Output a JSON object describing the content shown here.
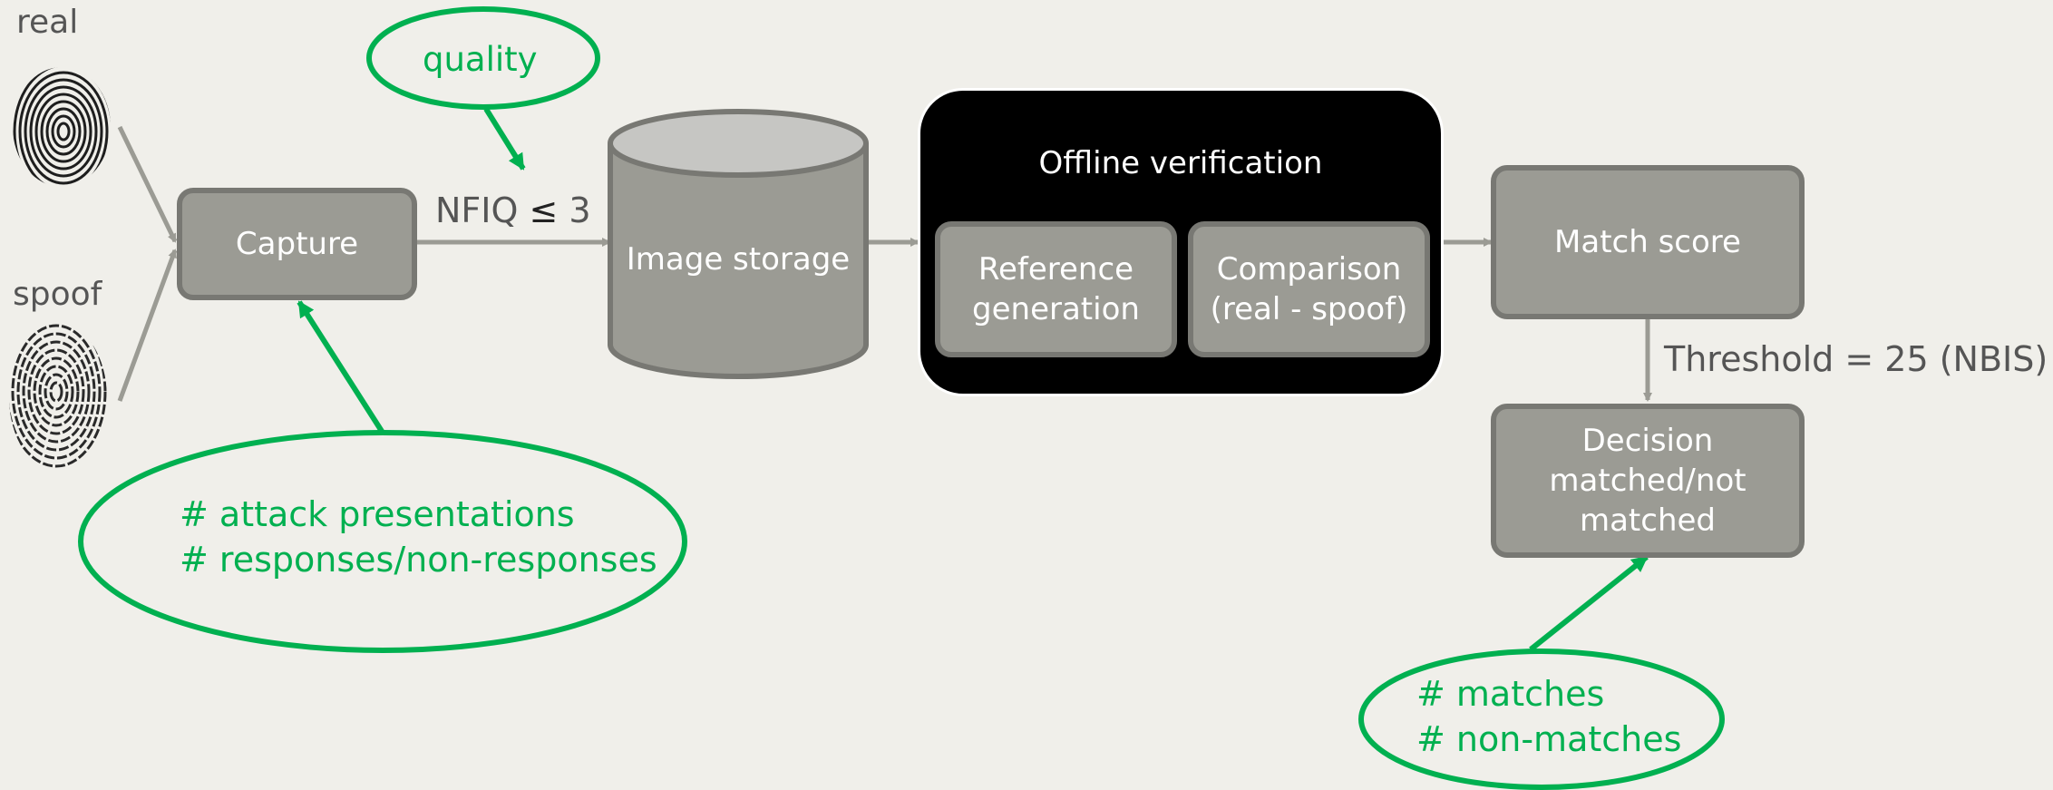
{
  "inputs": {
    "real_label": "real",
    "spoof_label": "spoof"
  },
  "capture": {
    "label": "Capture"
  },
  "edge_capture_storage": {
    "label_prefix": "NFIQ ",
    "symbol": "≤",
    "label_suffix": " 3"
  },
  "storage": {
    "label": "Image storage"
  },
  "offline": {
    "title": "Offline verification",
    "reference": "Reference\ngeneration",
    "comparison": "Comparison\n(real - spoof)"
  },
  "match_score": {
    "label": "Match score"
  },
  "threshold": {
    "label": "Threshold = 25 (NBIS)"
  },
  "decision": {
    "label": "Decision\nmatched/not\nmatched"
  },
  "annotations": {
    "quality": "quality",
    "attack_line1": "# attack presentations",
    "attack_line2": "# responses/non-responses",
    "matches_line1": "# matches",
    "matches_line2": "# non-matches"
  },
  "colors": {
    "background": "#f0efea",
    "node_fill": "#9b9b94",
    "node_border": "#787873",
    "edge": "#9b9b94",
    "annotation": "#00b050",
    "panel": "#000000"
  },
  "icons": {
    "real_sample": "fingerprint-icon",
    "spoof_sample": "fingerprint-icon"
  }
}
